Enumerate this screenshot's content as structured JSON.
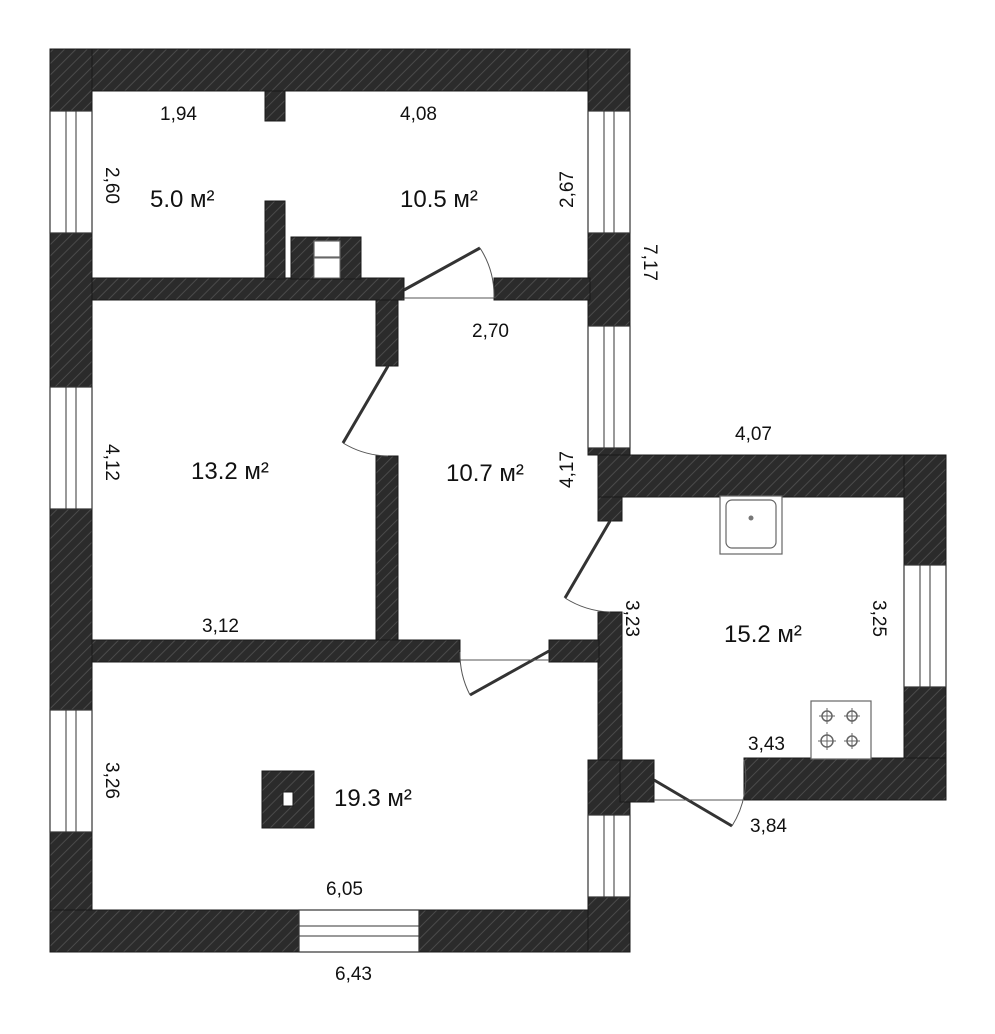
{
  "rooms": [
    {
      "id": "r1",
      "area": "5.0 м²"
    },
    {
      "id": "r2",
      "area": "10.5 м²"
    },
    {
      "id": "r3",
      "area": "13.2 м²"
    },
    {
      "id": "r4",
      "area": "10.7 м²"
    },
    {
      "id": "r5",
      "area": "15.2 м²"
    },
    {
      "id": "r6",
      "area": "19.3 м²"
    }
  ],
  "dimensions": {
    "d194": "1,94",
    "d408": "4,08",
    "d260": "2,60",
    "d267": "2,67",
    "d717": "7,17",
    "d270": "2,70",
    "d412": "4,12",
    "d417": "4,17",
    "d407": "4,07",
    "d312": "3,12",
    "d323": "3,23",
    "d325": "3,25",
    "d343": "3,43",
    "d326": "3,26",
    "d384": "3,84",
    "d605": "6,05",
    "d643": "6,43"
  },
  "colors": {
    "wall": "#2b2b2b",
    "hatch": "#4a4a4a",
    "background": "#ffffff"
  },
  "icons": [
    "sink-icon",
    "stove-icon",
    "stove-fixture-icon",
    "chimney-icon"
  ]
}
